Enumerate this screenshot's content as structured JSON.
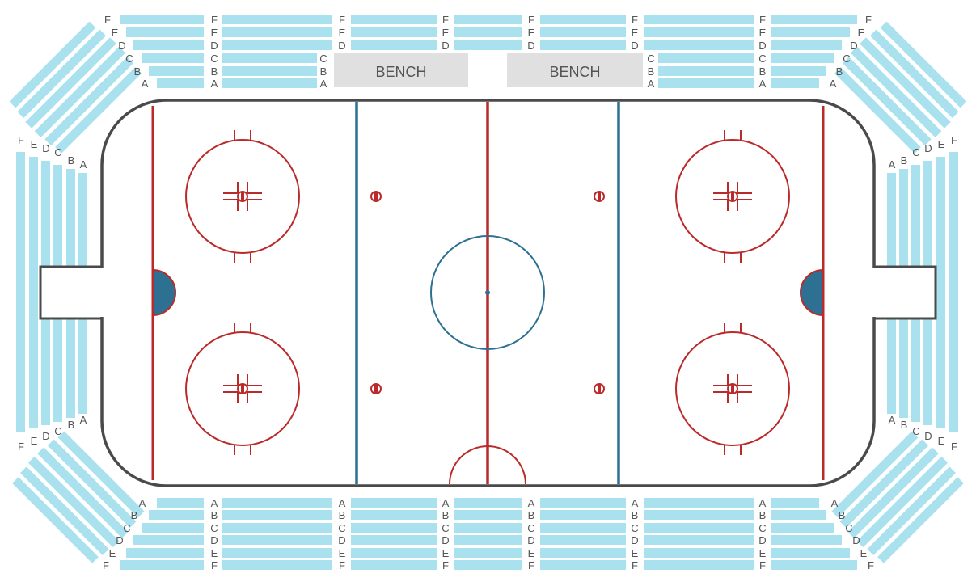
{
  "colors": {
    "seat": "#a9e1ef",
    "seat_edge": "#c4ecf6",
    "board": "#4a4a4a",
    "red": "#bb2a2a",
    "blue": "#2d7092",
    "bench": "#e0e0e0",
    "label": "#555555"
  },
  "rows": {
    "ascending": [
      "A",
      "B",
      "C",
      "D",
      "E",
      "F"
    ],
    "descending": [
      "F",
      "E",
      "D",
      "C",
      "B",
      "A"
    ]
  },
  "benches": [
    {
      "label": "BENCH"
    },
    {
      "label": "BENCH"
    }
  ],
  "rink": {
    "faceoff_circles": [
      "top-left",
      "bottom-left",
      "top-right",
      "bottom-right"
    ],
    "neutral_dots": [
      "top-left",
      "bottom-left",
      "top-right",
      "bottom-right"
    ],
    "center_icon": "center-faceoff-circle-icon",
    "goal_creases": [
      "left",
      "right"
    ]
  }
}
